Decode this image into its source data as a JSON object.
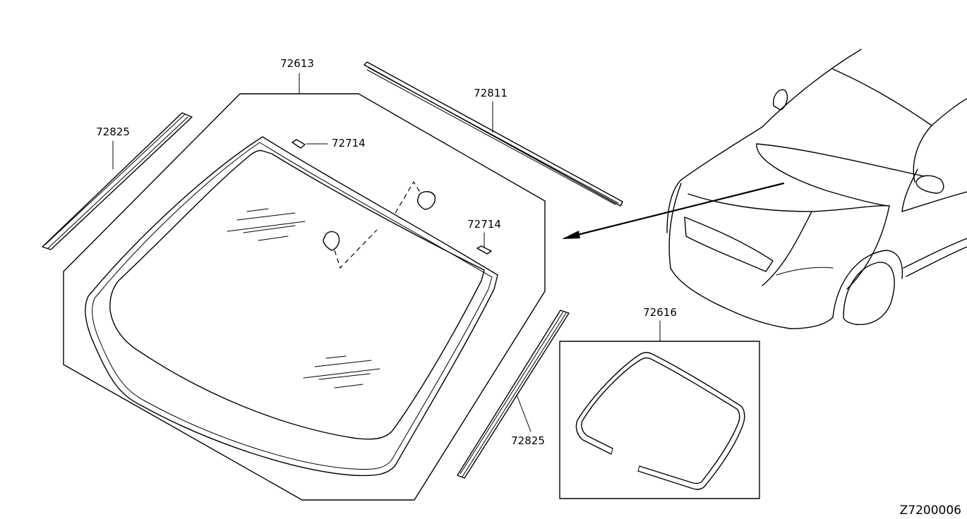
{
  "labels": {
    "glass": "72613",
    "top_molding": "72811",
    "left_side_molding": "72825",
    "right_side_molding": "72825",
    "clip_upper": "72714",
    "clip_lower": "72714",
    "seal_kit": "72616"
  },
  "drawing_code": "Z7200006"
}
